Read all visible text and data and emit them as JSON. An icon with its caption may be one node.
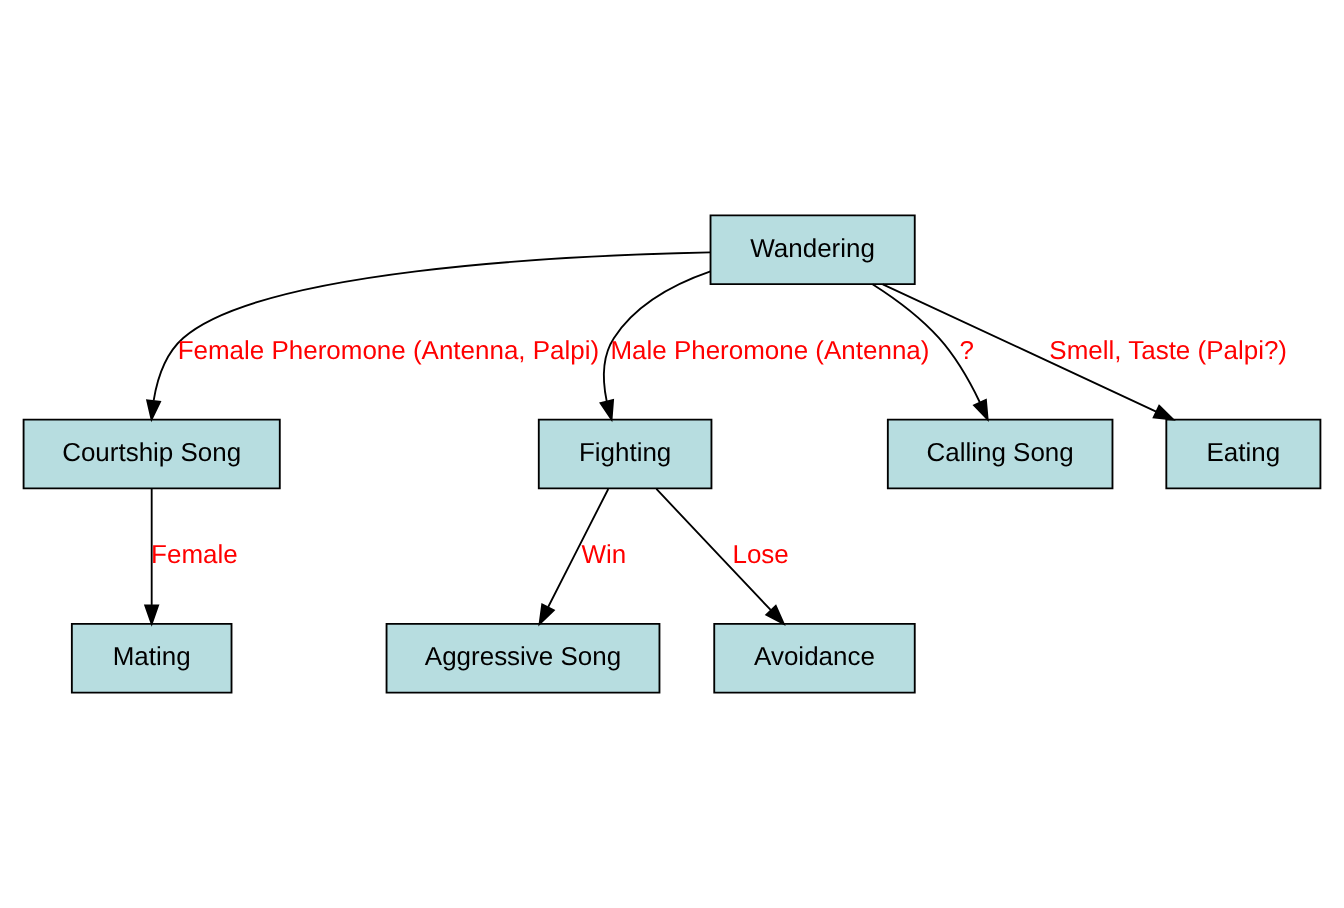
{
  "diagram": {
    "nodes": [
      {
        "text": [
          "Wandering"
        ]
      },
      {
        "text": [
          "Eating"
        ]
      },
      {
        "text": [
          "Calling Song"
        ]
      },
      {
        "text": [
          "Courtship Song"
        ]
      },
      {
        "text": [
          "Fighting"
        ]
      },
      {
        "text": [
          "Mating"
        ]
      },
      {
        "text": [
          "Aggressive Song"
        ]
      },
      {
        "text": [
          "Avoidance"
        ]
      }
    ],
    "edges": [
      {
        "from": 0,
        "to": 1,
        "arrow": "to",
        "label": "Smell, Taste (Palpi?)"
      },
      {
        "from": 0,
        "to": 2,
        "arrow": "to",
        "label": "?"
      },
      {
        "from": 0,
        "to": 3,
        "arrow": "to",
        "label": "Female Pheromone (Antenna, Palpi)"
      },
      {
        "from": 0,
        "to": 4,
        "arrow": "to",
        "label": "Male Pheromone (Antenna)"
      },
      {
        "from": 3,
        "to": 5,
        "arrow": "to",
        "label": "Female"
      },
      {
        "from": 4,
        "to": 6,
        "arrow": "to",
        "label": "Win"
      },
      {
        "from": 4,
        "to": 7,
        "arrow": "to",
        "label": "Lose"
      }
    ]
  }
}
